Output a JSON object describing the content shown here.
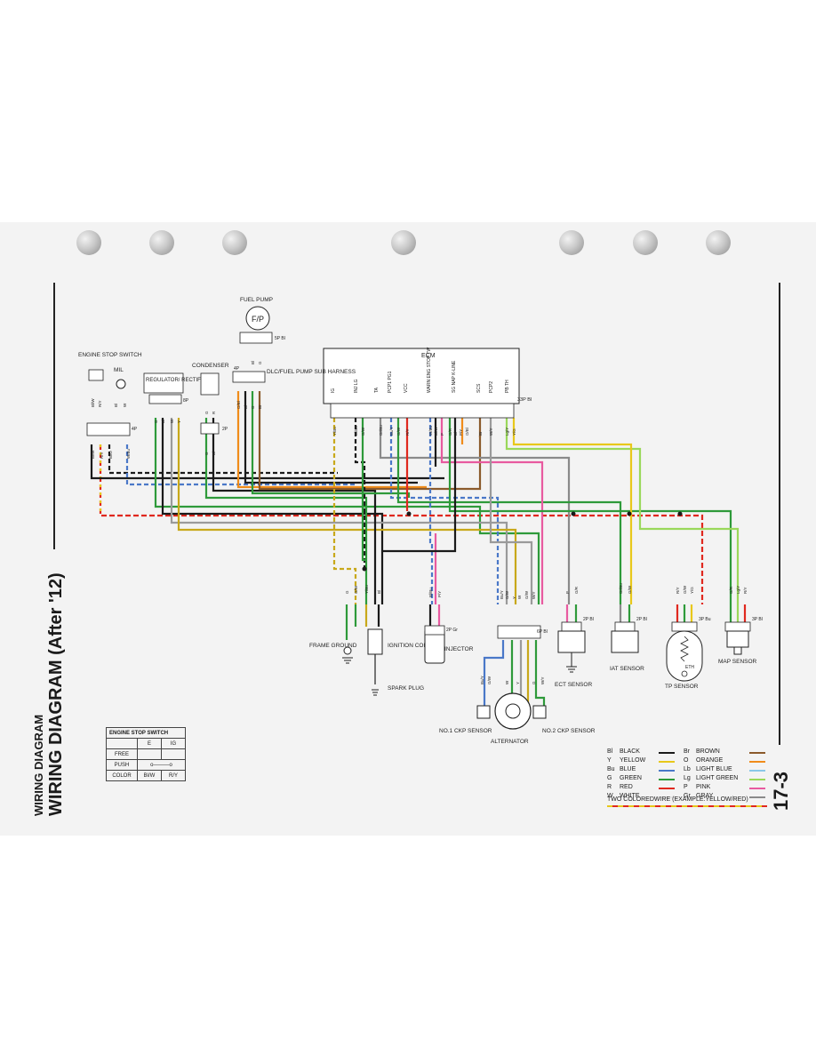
{
  "page": {
    "section_small": "WIRING DIAGRAM",
    "section_big": "WIRING DIAGRAM (After '12)",
    "page_number": "17-3"
  },
  "components": {
    "engine_stop_switch": "ENGINE STOP SWITCH",
    "mil": "MIL",
    "regulator": "REGULATOR/ RECTIFIER",
    "condenser": "CONDENSER",
    "fuel_pump": "FUEL PUMP",
    "dlc": "DLC/FUEL PUMP SUB HARNESS",
    "ecm": "ECM",
    "frame_ground": "FRAME GROUND",
    "ignition_coil": "IGNITION COIL",
    "spark_plug": "SPARK PLUG",
    "injector": "INJECTOR",
    "no1_ckp": "NO.1 CKP SENSOR",
    "no2_ckp": "NO.2 CKP SENSOR",
    "alternator": "ALTERNATOR",
    "ect": "ECT SENSOR",
    "iat": "IAT SENSOR",
    "tp": "TP SENSOR",
    "map": "MAP SENSOR"
  },
  "connectors": {
    "c_33p": "33P Bl",
    "c_5p": "5P Bl",
    "c_4p_dlc": "4P",
    "c_8p": "8P",
    "c_4p": "4P",
    "c_2p": "2P",
    "c_2p_gr": "2P Gr",
    "c_6p": "6P Bl",
    "c_2p_bl1": "2P Bl",
    "c_2p_bl2": "2P Bl",
    "c_3p_bu": "3P Bu",
    "c_3p_bl": "3P Bl",
    "eth": "ETH"
  },
  "ecm_functions": [
    "IG",
    "INJ LG",
    "TA",
    "PCP1 PG1",
    "VCC",
    "WARN ENG STOP TW",
    "SG NAP K-LINE",
    "SCS",
    "PCP2",
    "PB TH"
  ],
  "wire_codes": {
    "ess_top": [
      "Bl/W",
      "R/Y"
    ],
    "ess_bottom": [
      "Bl/W",
      "R/Y",
      "Bl/O",
      "W/Bu"
    ],
    "mil": [
      "Bl",
      "W"
    ],
    "reg": [
      "G",
      "Bl",
      "W",
      "Y"
    ],
    "cond_top": [
      "G",
      "R"
    ],
    "cond_bottom": [
      "G",
      "Bl"
    ],
    "pump": [
      "Bl",
      "G"
    ],
    "dlc": [
      "O/Bl",
      "Bl",
      "G",
      "Br"
    ],
    "ecm": [
      "Y/Bu",
      "Bl/Bu",
      "G/W",
      "Gr/Bu",
      "Bu/Y",
      "G/W",
      "R/Y",
      "W/Bu",
      "Bl/W",
      "P",
      "G/R",
      "Bl",
      "P/Y",
      "O/Bl",
      "Br",
      "W/Y",
      "Lg/Y",
      "Y/G"
    ],
    "coil": [
      "G",
      "G/W",
      "Y/Bu",
      "Bl"
    ],
    "injector": [
      "Bl/Bu",
      "P/Y"
    ],
    "alt_top": [
      "Bu/Y",
      "G/W",
      "Y",
      "W",
      "G/W",
      "W/Y"
    ],
    "alt_bottom": [
      "Bu/Y",
      "G/W",
      "W",
      "Y",
      "G",
      "W/Y"
    ],
    "ect": [
      "P",
      "G/R"
    ],
    "iat": [
      "Gr/Bu",
      "G/W"
    ],
    "tp": [
      "R/Y",
      "G/W",
      "Y/G"
    ],
    "map": [
      "G/R",
      "Lg/Y",
      "R/Y"
    ]
  },
  "ess_table": {
    "title": "ENGINE STOP SWITCH",
    "col_e": "E",
    "col_ig": "IG",
    "free": "FREE",
    "push": "PUSH",
    "color": "COLOR",
    "color_e": "Bl/W",
    "color_ig": "R/Y"
  },
  "legend": [
    {
      "code": "Bl",
      "name": "BLACK",
      "color": "#1a1a1a",
      "code2": "Br",
      "name2": "BROWN",
      "color2": "#8b5a2b"
    },
    {
      "code": "Y",
      "name": "YELLOW",
      "color": "#e8c81a",
      "code2": "O",
      "name2": "ORANGE",
      "color2": "#f08c1a"
    },
    {
      "code": "Bu",
      "name": "BLUE",
      "color": "#4a78c8",
      "code2": "Lb",
      "name2": "LIGHT BLUE",
      "color2": "#8ac8e8"
    },
    {
      "code": "G",
      "name": "GREEN",
      "color": "#2e9a3a",
      "code2": "Lg",
      "name2": "LIGHT GREEN",
      "color2": "#9ad85a"
    },
    {
      "code": "R",
      "name": "RED",
      "color": "#e0281e",
      "code2": "P",
      "name2": "PINK",
      "color2": "#e85aa0"
    },
    {
      "code": "W",
      "name": "WHITE",
      "color": "#e4e4e4",
      "code2": "Gr",
      "name2": "GRAY",
      "color2": "#8a8a8a"
    }
  ],
  "two_colored_wire": "TWO COLOREDWIRE (EXAMPLE:YELLOW/RED)"
}
